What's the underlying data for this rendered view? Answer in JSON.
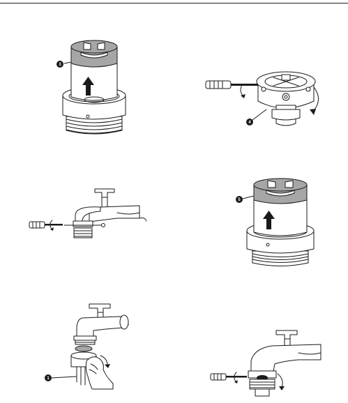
{
  "callouts": {
    "fig1": "3",
    "fig2": "4",
    "fig4": "5",
    "fig5": "1"
  },
  "icons": [
    "screwdriver-icon",
    "rotate-arrow-icon",
    "up-arrow-icon",
    "faucet-icon"
  ],
  "colors": {
    "part_gray": "#a6a6a6",
    "ink": "#1a1a1a"
  }
}
